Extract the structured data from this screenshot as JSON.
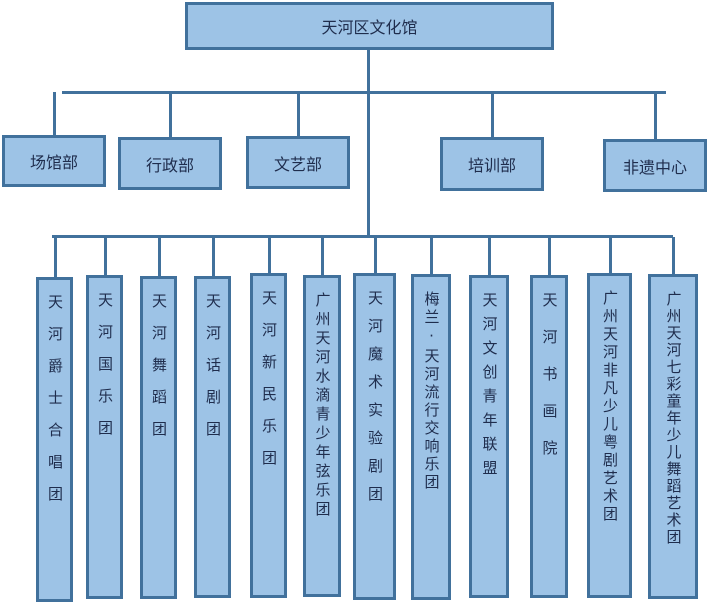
{
  "root": {
    "label": "天河区文化馆"
  },
  "departments": [
    {
      "label": "场馆部"
    },
    {
      "label": "行政部"
    },
    {
      "label": "文艺部"
    },
    {
      "label": "培训部"
    },
    {
      "label": "非遗中心"
    }
  ],
  "groups": [
    {
      "label": "天河爵士合唱团"
    },
    {
      "label": "天河国乐团"
    },
    {
      "label": "天河舞蹈团"
    },
    {
      "label": "天河话剧团"
    },
    {
      "label": "天河新民乐团"
    },
    {
      "label": "广州天河水滴青少年弦乐团"
    },
    {
      "label": "天河魔术实验剧团"
    },
    {
      "label": "梅兰·天河流行交响乐团"
    },
    {
      "label": "天河文创青年联盟"
    },
    {
      "label": "天河书画院"
    },
    {
      "label": "广州天河非凡少儿粤剧艺术团"
    },
    {
      "label": "广州天河七彩童年少儿舞蹈艺术团"
    }
  ],
  "colors": {
    "fill": "#9dc3e6",
    "border": "#41719c",
    "text": "#1f2d4d"
  }
}
